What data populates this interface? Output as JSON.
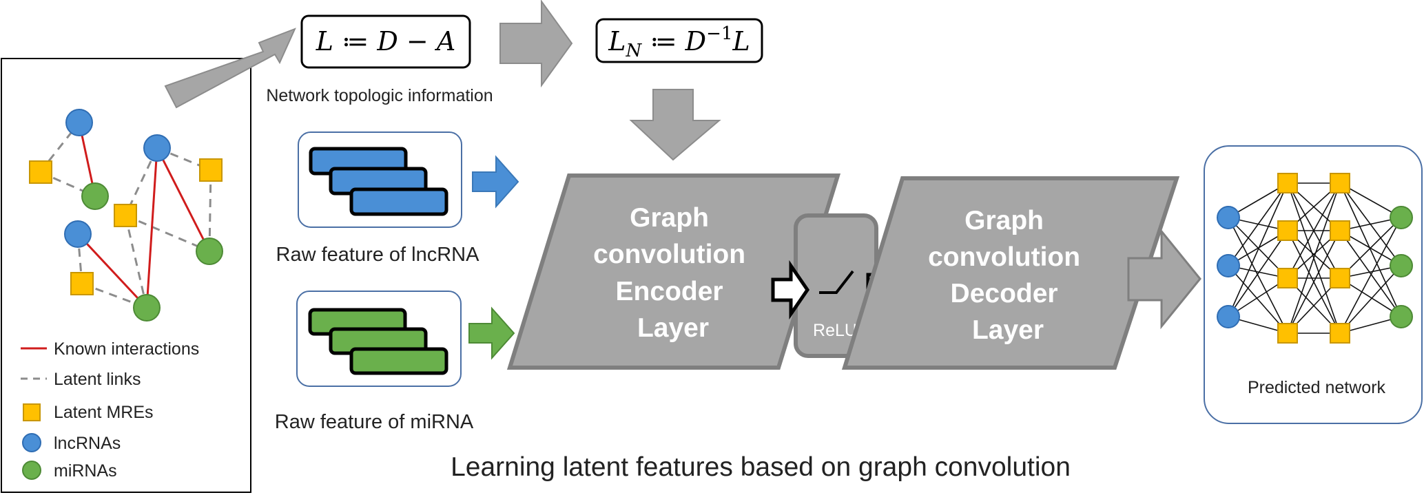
{
  "formulas": {
    "laplacian": "L ≔ D − A",
    "norm_main": "L",
    "norm_sub": "N",
    "norm_rest": " ≔ D",
    "norm_sup": "−1",
    "norm_end": "L"
  },
  "labels": {
    "topology": "Network topologic information",
    "raw_lncrna": "Raw feature of lncRNA",
    "raw_mirna": "Raw feature of miRNA",
    "encoder": [
      "Graph",
      "convolution",
      "Encoder",
      "Layer"
    ],
    "decoder": [
      "Graph",
      "convolution",
      "Decoder",
      "Layer"
    ],
    "relu": "ReLU",
    "predicted": "Predicted network",
    "caption": "Learning latent features based on graph convolution"
  },
  "legend": [
    {
      "type": "line-solid",
      "color": "#d01c1c",
      "label": "Known interactions"
    },
    {
      "type": "line-dashed",
      "color": "#7f7f7f",
      "label": "Latent links"
    },
    {
      "type": "square",
      "color": "#ffc000",
      "label": "Latent MREs"
    },
    {
      "type": "circle",
      "color": "#4a8fd6",
      "label": "lncRNAs"
    },
    {
      "type": "circle",
      "color": "#6ab04c",
      "label": "miRNAs"
    }
  ],
  "colors": {
    "lncrna": "#4a8fd6",
    "mirna": "#6ab04c",
    "mre": "#ffc000",
    "known": "#d01c1c",
    "latent": "#7f7f7f",
    "layer_gray": "#a6a6a6",
    "layer_border": "#7f7f7f",
    "box_border": "#4a6fa5"
  }
}
